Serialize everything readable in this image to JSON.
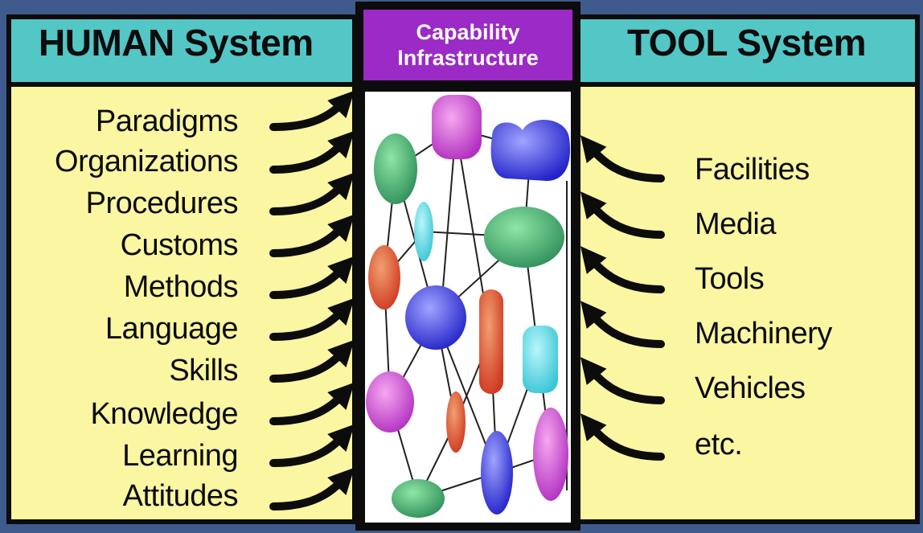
{
  "human": {
    "title": "HUMAN System",
    "items": [
      "Paradigms",
      "Organizations",
      "Procedures",
      "Customs",
      "Methods",
      "Language",
      "Skills",
      "Knowledge",
      "Learning",
      "Attitudes"
    ]
  },
  "capability": {
    "title_line1": "Capability",
    "title_line2": "Infrastructure"
  },
  "tool": {
    "title": "TOOL System",
    "items": [
      "Facilities",
      "Media",
      "Tools",
      "Machinery",
      "Vehicles",
      "etc."
    ]
  },
  "colors": {
    "header": "#53c6c6",
    "body": "#fbf6a2",
    "capability_header": "#9b2ac6",
    "background": "#3f5a8c"
  }
}
